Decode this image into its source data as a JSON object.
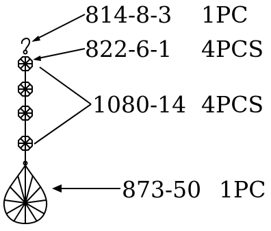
{
  "diagram": {
    "callouts": [
      {
        "part": "814-8-3",
        "qty": "1PC"
      },
      {
        "part": "822-6-1",
        "qty": "4PCS"
      },
      {
        "part": "1080-14",
        "qty": "4PCS"
      },
      {
        "part": "873-50",
        "qty": "1PC"
      }
    ],
    "colors": {
      "line": "#000000",
      "background": "#ffffff"
    }
  }
}
